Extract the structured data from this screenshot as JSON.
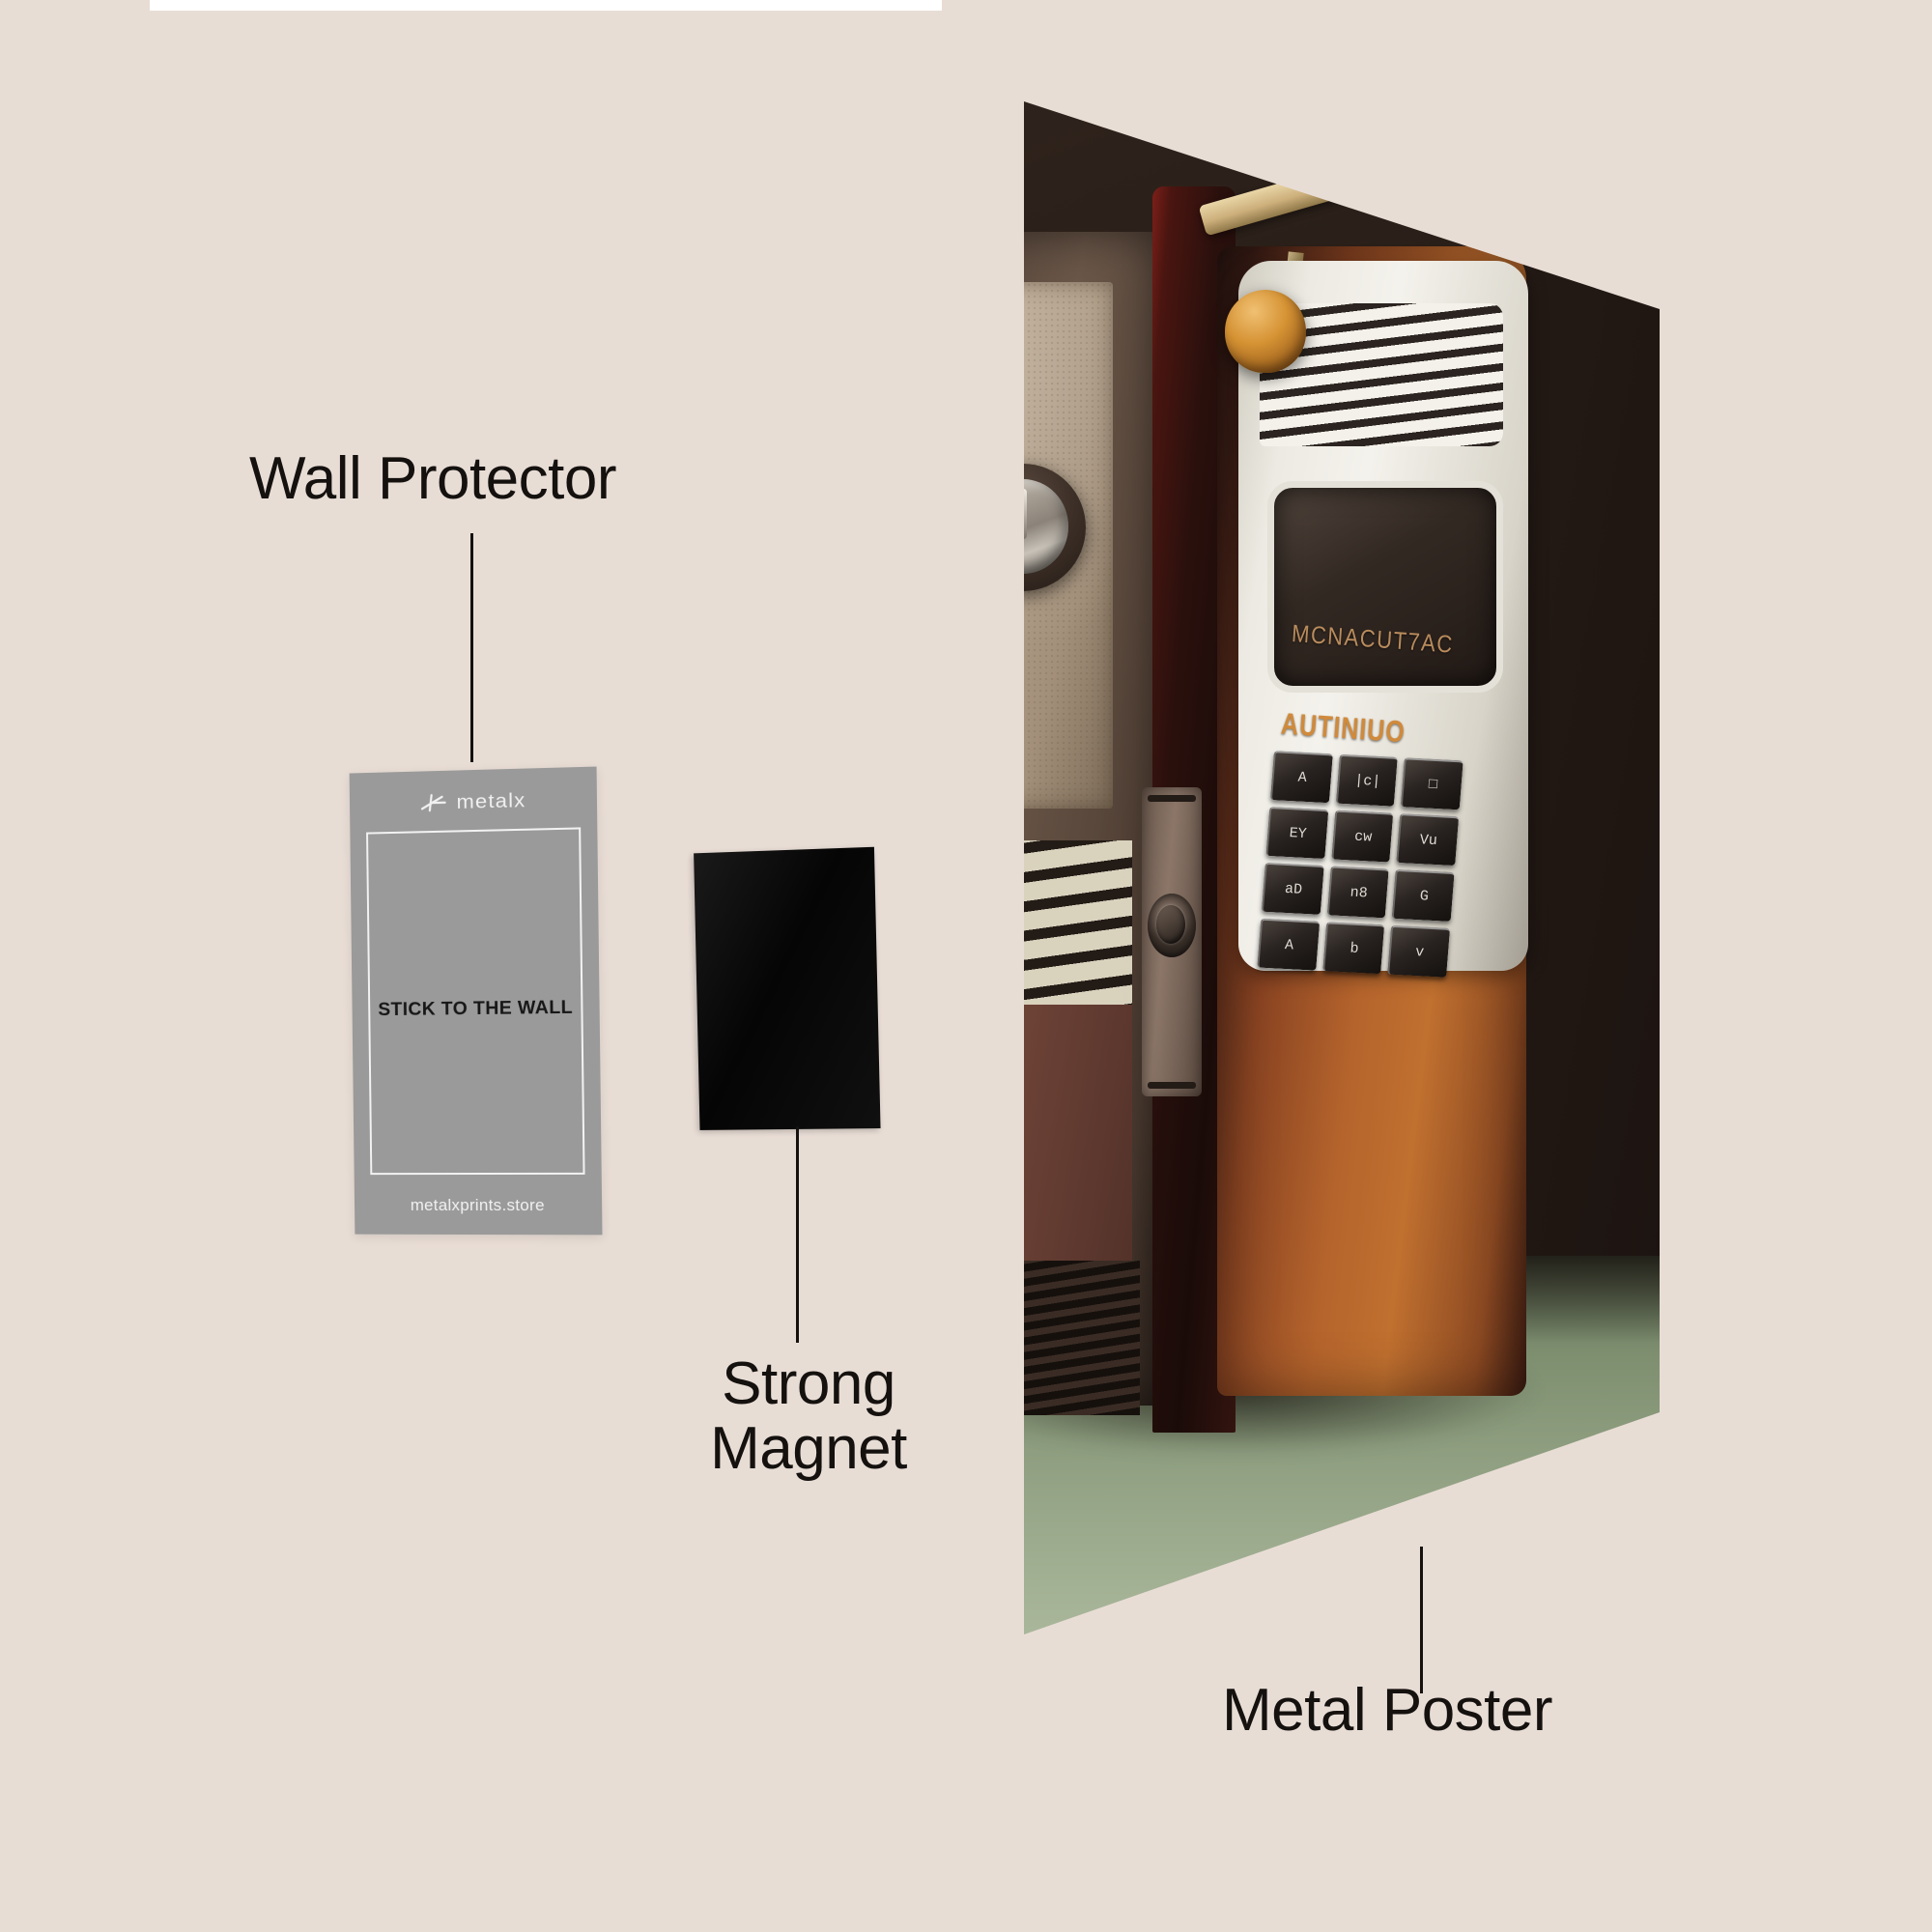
{
  "background_color": "#e8ddd5",
  "annotations": [
    {
      "id": "wall-protector",
      "label": "Wall Protector"
    },
    {
      "id": "strong-magnet",
      "label": "Strong\nMagnet"
    },
    {
      "id": "metal-poster",
      "label": "Metal Poster"
    }
  ],
  "wall_protector_card": {
    "brand_name": "metalx",
    "logo_icon": "metalx-cross-mark-icon",
    "center_text": "STICK TO THE WALL",
    "url": "metalxprints.store",
    "card_color": "#9a9a9a",
    "text_color": "#171717",
    "brand_color": "#f0f0f0"
  },
  "magnet": {
    "label": "Strong Magnet",
    "color": "#090909"
  },
  "metal_poster": {
    "label": "Metal Poster",
    "artwork": {
      "subject": "retro vintage radio telephone device",
      "screen_text": "MCNACUT7AC",
      "brand_text": "AUTINIUO",
      "backdrop_color": "#241a15",
      "floor_color": "#8e9e80",
      "body_accent_color": "#b5642c",
      "knob_color": "#d69334",
      "keypad_labels": [
        "A",
        "|c|",
        "□",
        "EY",
        "cw",
        "Vu",
        "aD",
        "n8",
        "G",
        "A",
        "b",
        "v"
      ]
    }
  }
}
